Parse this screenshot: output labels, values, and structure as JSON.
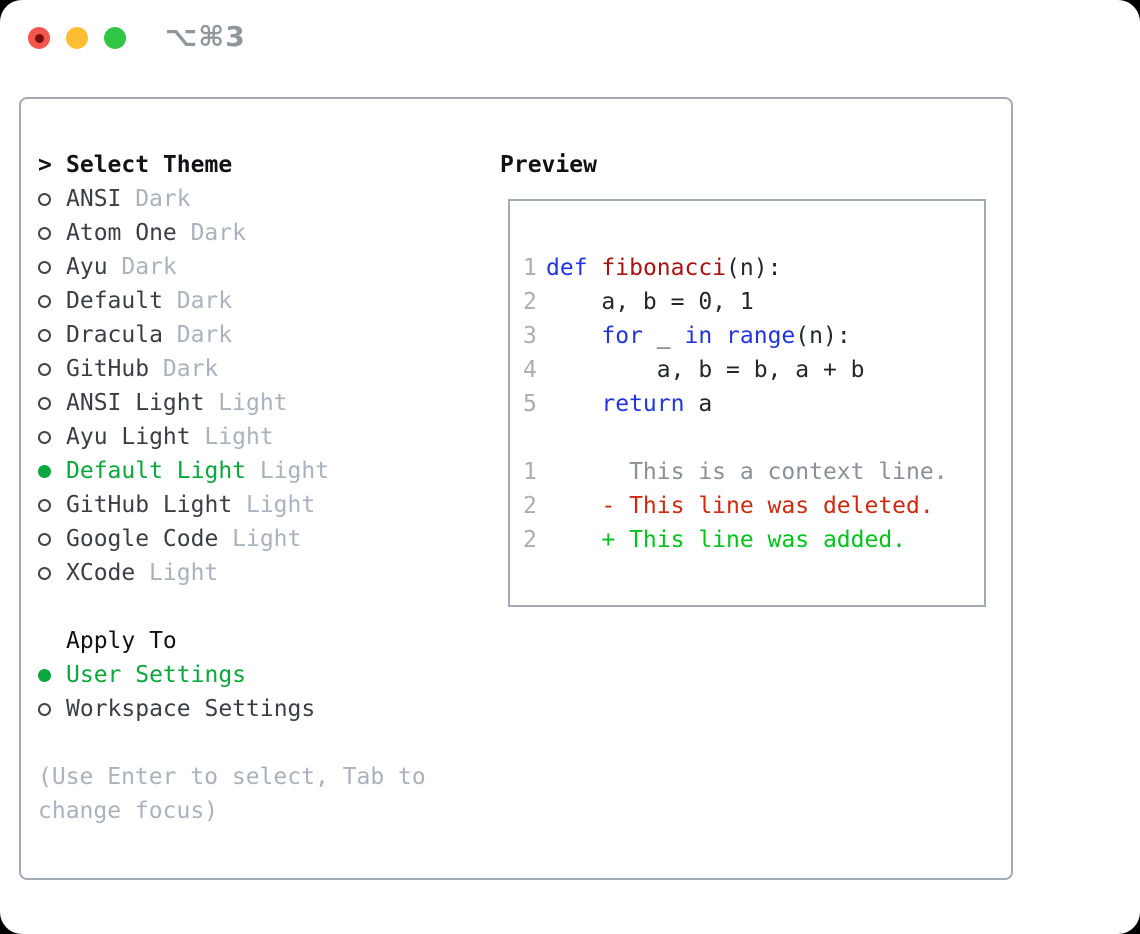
{
  "titlebar": {
    "shortcut": "⌥⌘3"
  },
  "theme_panel": {
    "prompt": ">",
    "title": "Select Theme",
    "items": [
      {
        "name": "ANSI",
        "tag": "Dark",
        "selected": false
      },
      {
        "name": "Atom One",
        "tag": "Dark",
        "selected": false
      },
      {
        "name": "Ayu",
        "tag": "Dark",
        "selected": false
      },
      {
        "name": "Default",
        "tag": "Dark",
        "selected": false
      },
      {
        "name": "Dracula",
        "tag": "Dark",
        "selected": false
      },
      {
        "name": "GitHub",
        "tag": "Dark",
        "selected": false
      },
      {
        "name": "ANSI Light",
        "tag": "Light",
        "selected": false
      },
      {
        "name": "Ayu Light",
        "tag": "Light",
        "selected": false
      },
      {
        "name": "Default Light",
        "tag": "Light",
        "selected": true
      },
      {
        "name": "GitHub Light",
        "tag": "Light",
        "selected": false
      },
      {
        "name": "Google Code",
        "tag": "Light",
        "selected": false
      },
      {
        "name": "XCode",
        "tag": "Light",
        "selected": false
      }
    ]
  },
  "apply_to": {
    "title": "Apply To",
    "options": [
      {
        "label": "User Settings",
        "selected": true
      },
      {
        "label": "Workspace Settings",
        "selected": false
      }
    ]
  },
  "hint": "(Use Enter to select, Tab to change focus)",
  "preview": {
    "title": "Preview",
    "code_lines": [
      {
        "num": "1",
        "tokens": [
          {
            "t": "def",
            "c": "kw"
          },
          {
            "t": " ",
            "c": "plain"
          },
          {
            "t": "fibonacci",
            "c": "fn"
          },
          {
            "t": "(n):",
            "c": "plain"
          }
        ]
      },
      {
        "num": "2",
        "tokens": [
          {
            "t": "    a, b = 0, 1",
            "c": "plain"
          }
        ]
      },
      {
        "num": "3",
        "tokens": [
          {
            "t": "    ",
            "c": "plain"
          },
          {
            "t": "for",
            "c": "kw"
          },
          {
            "t": " _ ",
            "c": "plain"
          },
          {
            "t": "in",
            "c": "kw"
          },
          {
            "t": " ",
            "c": "plain"
          },
          {
            "t": "range",
            "c": "kw"
          },
          {
            "t": "(n):",
            "c": "plain"
          }
        ]
      },
      {
        "num": "4",
        "tokens": [
          {
            "t": "        a, b = b, a + b",
            "c": "plain"
          }
        ]
      },
      {
        "num": "5",
        "tokens": [
          {
            "t": "    ",
            "c": "plain"
          },
          {
            "t": "return",
            "c": "kw"
          },
          {
            "t": " a",
            "c": "plain"
          }
        ]
      },
      {
        "num": "",
        "tokens": []
      },
      {
        "num": "1",
        "tokens": [
          {
            "t": "      This is a context line.",
            "c": "ctx"
          }
        ]
      },
      {
        "num": "2",
        "tokens": [
          {
            "t": "    - This line was deleted.",
            "c": "del"
          }
        ]
      },
      {
        "num": "2",
        "tokens": [
          {
            "t": "    + This line was added.",
            "c": "add"
          }
        ]
      }
    ]
  },
  "colors": {
    "selected_green": "#0aa63e",
    "added_green": "#00c31a",
    "deleted_red": "#cf2a10",
    "keyword_blue": "#2134e0",
    "function_red": "#a81414",
    "text_dark": "#24272c",
    "item_name": "#3a3f46",
    "tag_gray": "#a9b2bd",
    "muted_gray": "#a9b2bd",
    "context_gray": "#8a9098",
    "line_number_gray": "#a7aeb8",
    "border_gray": "#a3abb5",
    "titlebar_gray": "#8f969c",
    "tl_red": "#f4564e",
    "tl_red_dot": "#7a100c",
    "tl_yellow": "#fdbd30",
    "tl_green": "#31c546"
  }
}
